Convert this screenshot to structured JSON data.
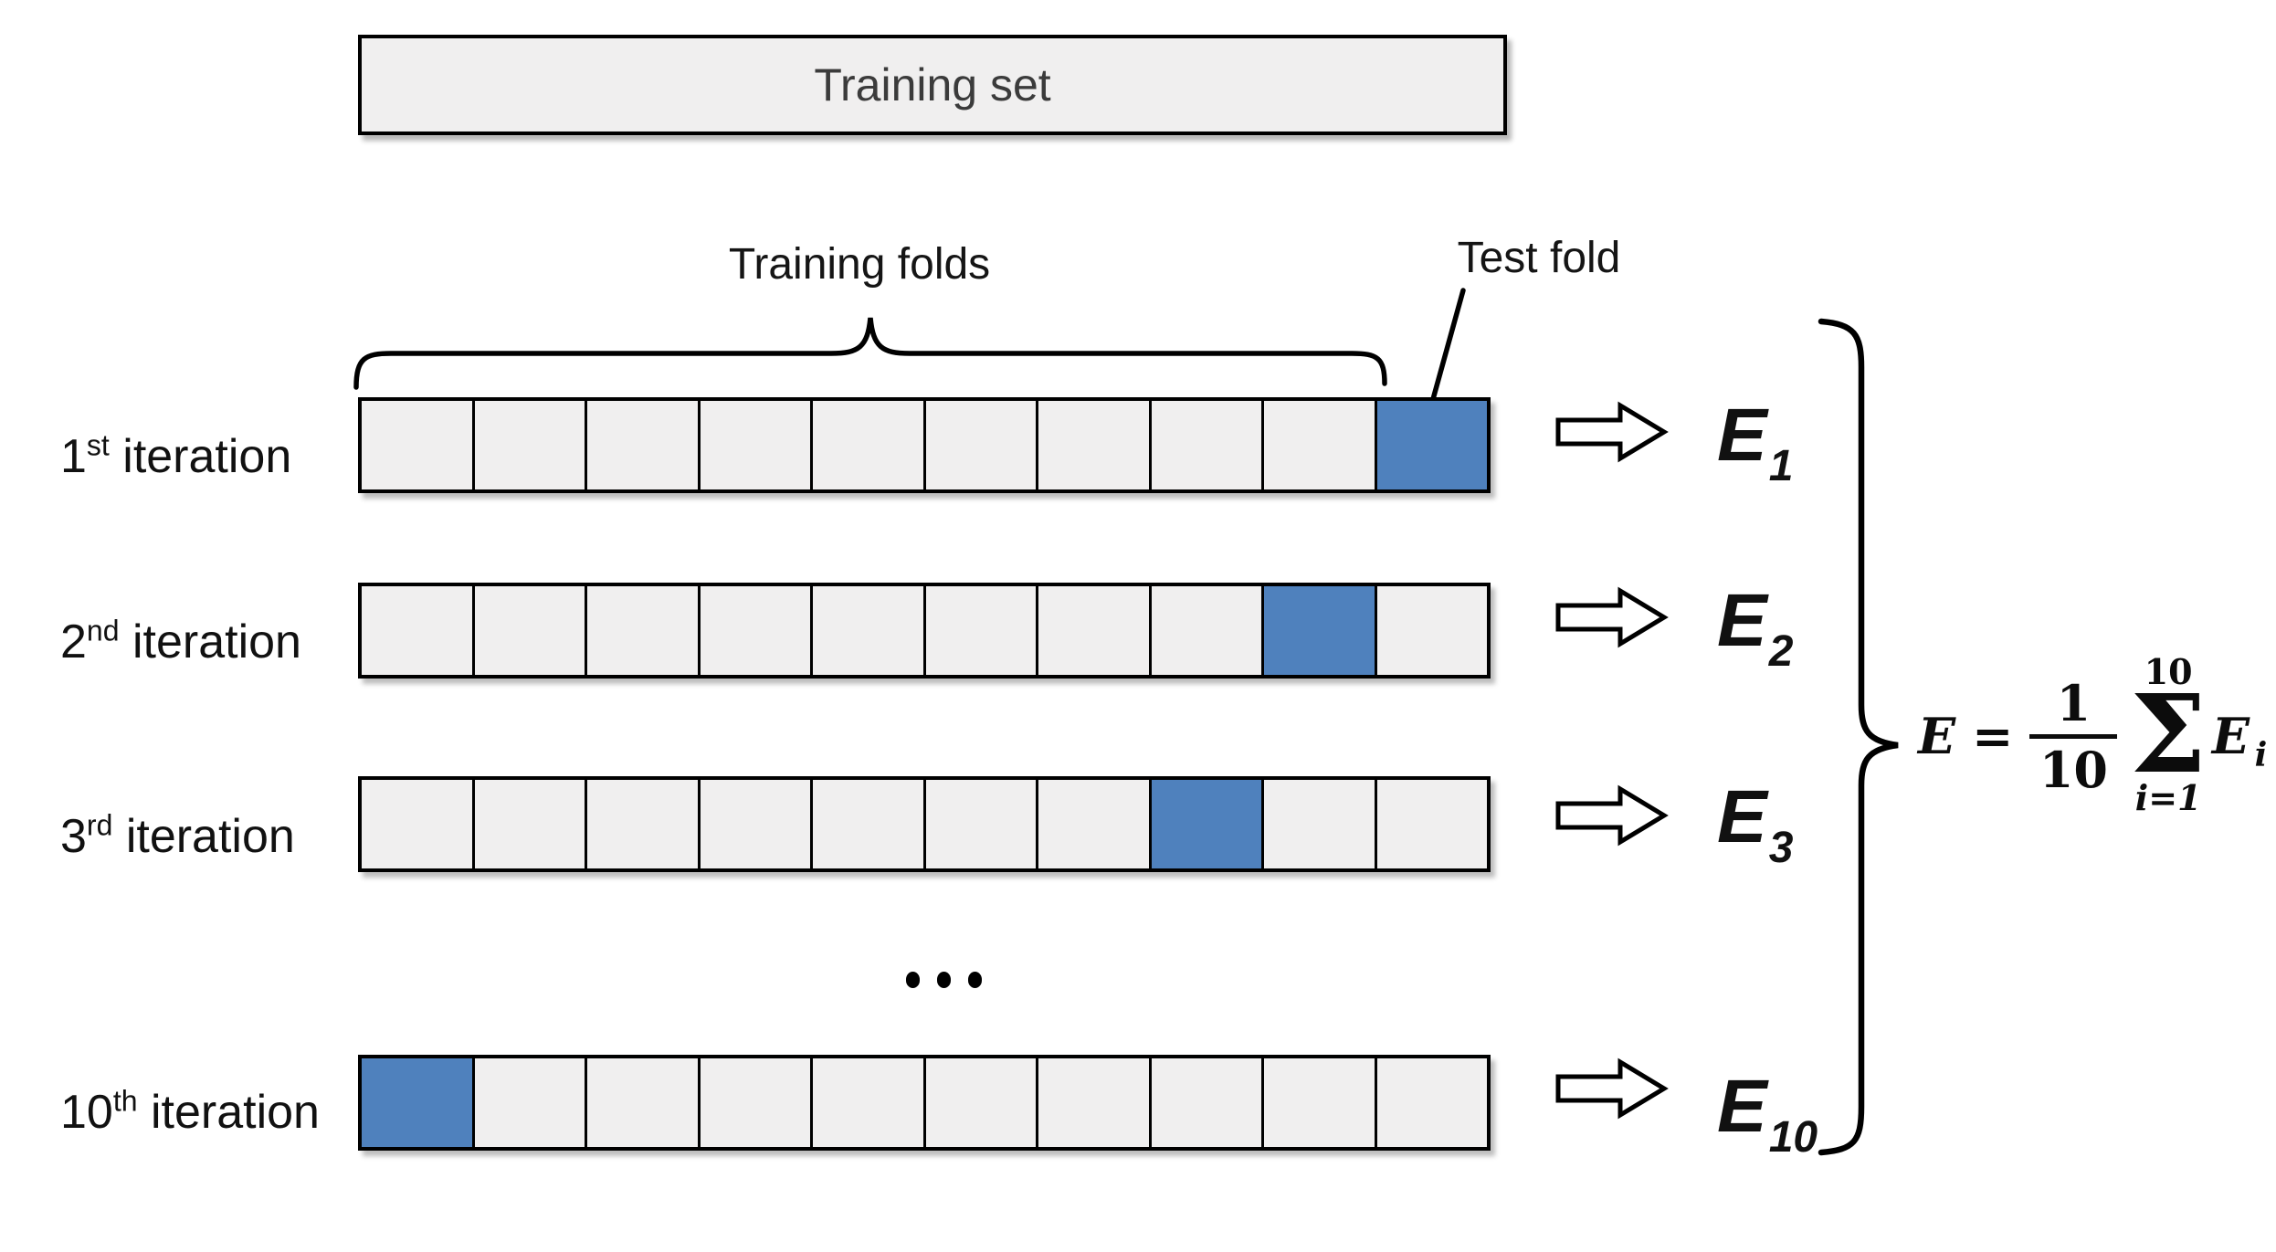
{
  "diagram": {
    "training_set_label": "Training set",
    "training_folds_label": "Training folds",
    "test_fold_label": "Test fold",
    "folds_per_row": 10,
    "iterations": [
      {
        "ordinal": "1",
        "suffix": "st",
        "rest": " iteration",
        "test_fold_index": 10,
        "error_base": "E",
        "error_sub": "1"
      },
      {
        "ordinal": "2",
        "suffix": "nd",
        "rest": " iteration",
        "test_fold_index": 9,
        "error_base": "E",
        "error_sub": "2"
      },
      {
        "ordinal": "3",
        "suffix": "rd",
        "rest": " iteration",
        "test_fold_index": 8,
        "error_base": "E",
        "error_sub": "3"
      },
      {
        "ordinal": "10",
        "suffix": "th",
        "rest": " iteration",
        "test_fold_index": 1,
        "error_base": "E",
        "error_sub": "10"
      }
    ],
    "ellipsis_dots": 3,
    "formula": {
      "lhs": "E",
      "equals": "=",
      "fraction": {
        "numerator": "1",
        "denominator": "10"
      },
      "sum": {
        "upper": "10",
        "symbol": "Σ",
        "lower": "i=1"
      },
      "term": {
        "base": "E",
        "sub": "i"
      }
    },
    "colors": {
      "test_fold_blue": "#4f81bd",
      "fold_gray": "#f0efef",
      "stroke_black": "#000000"
    }
  }
}
